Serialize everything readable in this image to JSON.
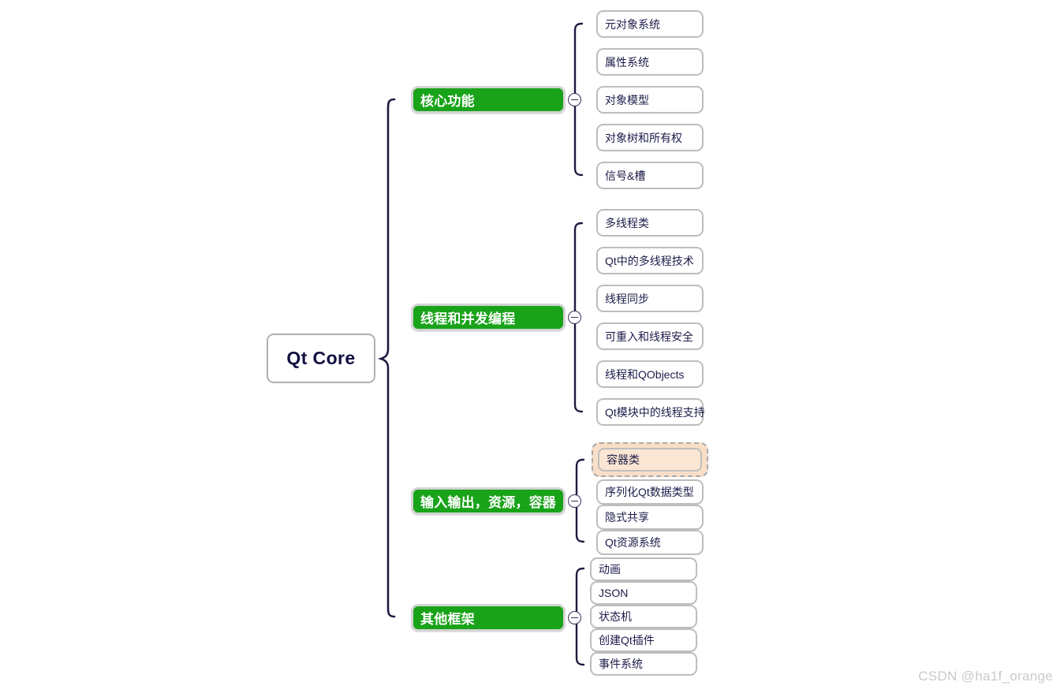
{
  "diagram": {
    "type": "mindmap",
    "title": "Qt Core",
    "root": {
      "label": "Qt Core"
    },
    "branches": [
      {
        "id": "core-features",
        "label": "核心功能",
        "color": "#19a319",
        "collapse_icon": "minus-circle-icon",
        "children": [
          {
            "label": "元对象系统"
          },
          {
            "label": "属性系统"
          },
          {
            "label": "对象模型"
          },
          {
            "label": "对象树和所有权"
          },
          {
            "label": "信号&槽"
          }
        ]
      },
      {
        "id": "threads-concurrency",
        "label": "线程和并发编程",
        "color": "#19a319",
        "collapse_icon": "minus-circle-icon",
        "children": [
          {
            "label": "多线程类"
          },
          {
            "label": "Qt中的多线程技术"
          },
          {
            "label": "线程同步"
          },
          {
            "label": "可重入和线程安全"
          },
          {
            "label": "线程和QObjects"
          },
          {
            "label": "Qt模块中的线程支持"
          }
        ]
      },
      {
        "id": "io-resources-containers",
        "label": "输入输出，资源，容器",
        "color": "#19a319",
        "collapse_icon": "minus-circle-icon",
        "children": [
          {
            "label": "容器类",
            "selected": true
          },
          {
            "label": "序列化Qt数据类型"
          },
          {
            "label": "隐式共享"
          },
          {
            "label": "Qt资源系统"
          }
        ]
      },
      {
        "id": "other-frameworks",
        "label": "其他框架",
        "color": "#19a319",
        "collapse_icon": "minus-circle-icon",
        "children": [
          {
            "label": "动画"
          },
          {
            "label": "JSON"
          },
          {
            "label": "状态机"
          },
          {
            "label": "创建Qt插件"
          },
          {
            "label": "事件系统"
          }
        ]
      }
    ]
  },
  "colors": {
    "branch_fill": "#19a319",
    "branch_text": "#ffffff",
    "node_border": "#bdbdbd",
    "node_text": "#1c1c4a",
    "connector": "#1b1b40",
    "selected_fill": "#fbe6d3",
    "selected_border": "#a9a9a9",
    "watermark": "#c9c9c9"
  },
  "watermark": {
    "text": "CSDN @ha1f_orange"
  }
}
